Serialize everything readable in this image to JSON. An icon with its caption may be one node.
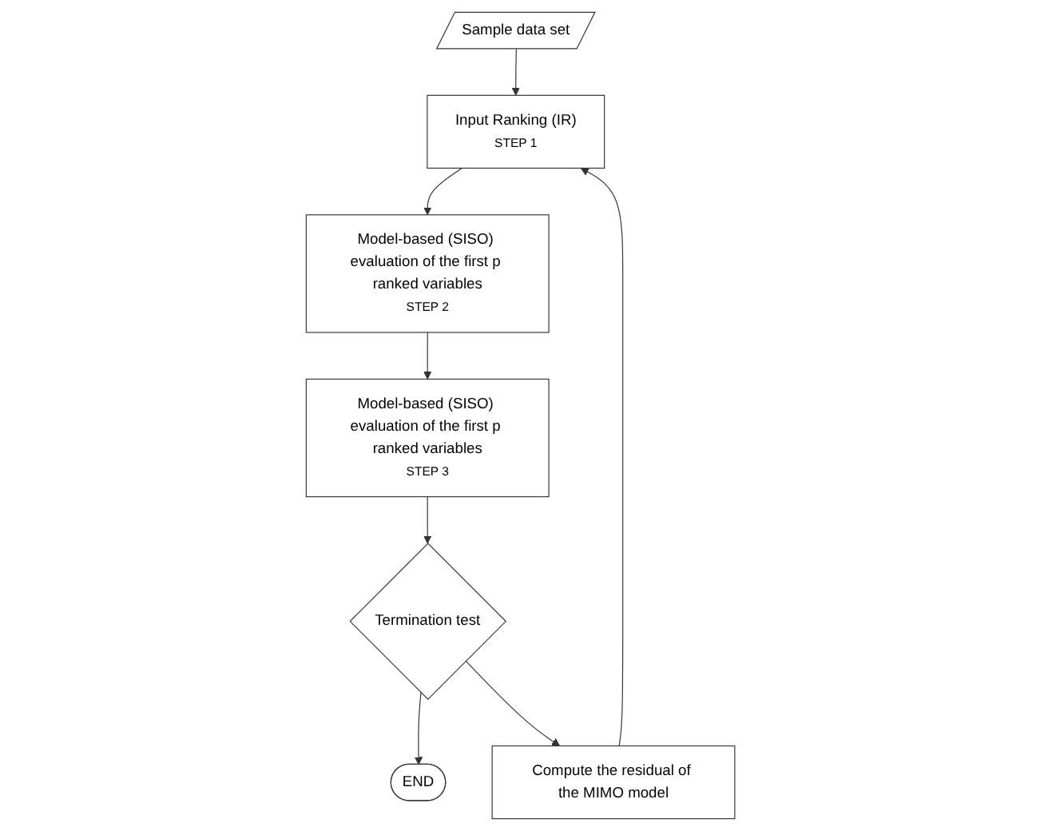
{
  "diagram": {
    "nodes": [
      {
        "text": [
          "Sample data set"
        ]
      },
      {
        "text": [
          "Input Ranking (IR)",
          "STEP 1"
        ]
      },
      {
        "text": [
          "Model-based (SISO) evaluation of the first p ranked variables",
          "STEP 2"
        ]
      },
      {
        "text": [
          "Model-based (SISO) evaluation of the first p ranked variables",
          "STEP 3"
        ]
      },
      {
        "text": [
          "Termination test"
        ]
      },
      {
        "text": [
          "END"
        ]
      },
      {
        "text": [
          "Compute the residual of the MIMO model"
        ]
      }
    ],
    "edges": [
      {
        "from": 0,
        "to": 1,
        "arrow": "to"
      },
      {
        "from": 1,
        "to": 2,
        "arrow": "to"
      },
      {
        "from": 2,
        "to": 3,
        "arrow": "to"
      },
      {
        "from": 3,
        "to": 4,
        "arrow": "to"
      },
      {
        "from": 4,
        "to": 5,
        "arrow": "to"
      },
      {
        "from": 4,
        "to": 6,
        "arrow": "to"
      },
      {
        "from": 6,
        "to": 1,
        "arrow": "to"
      }
    ]
  }
}
